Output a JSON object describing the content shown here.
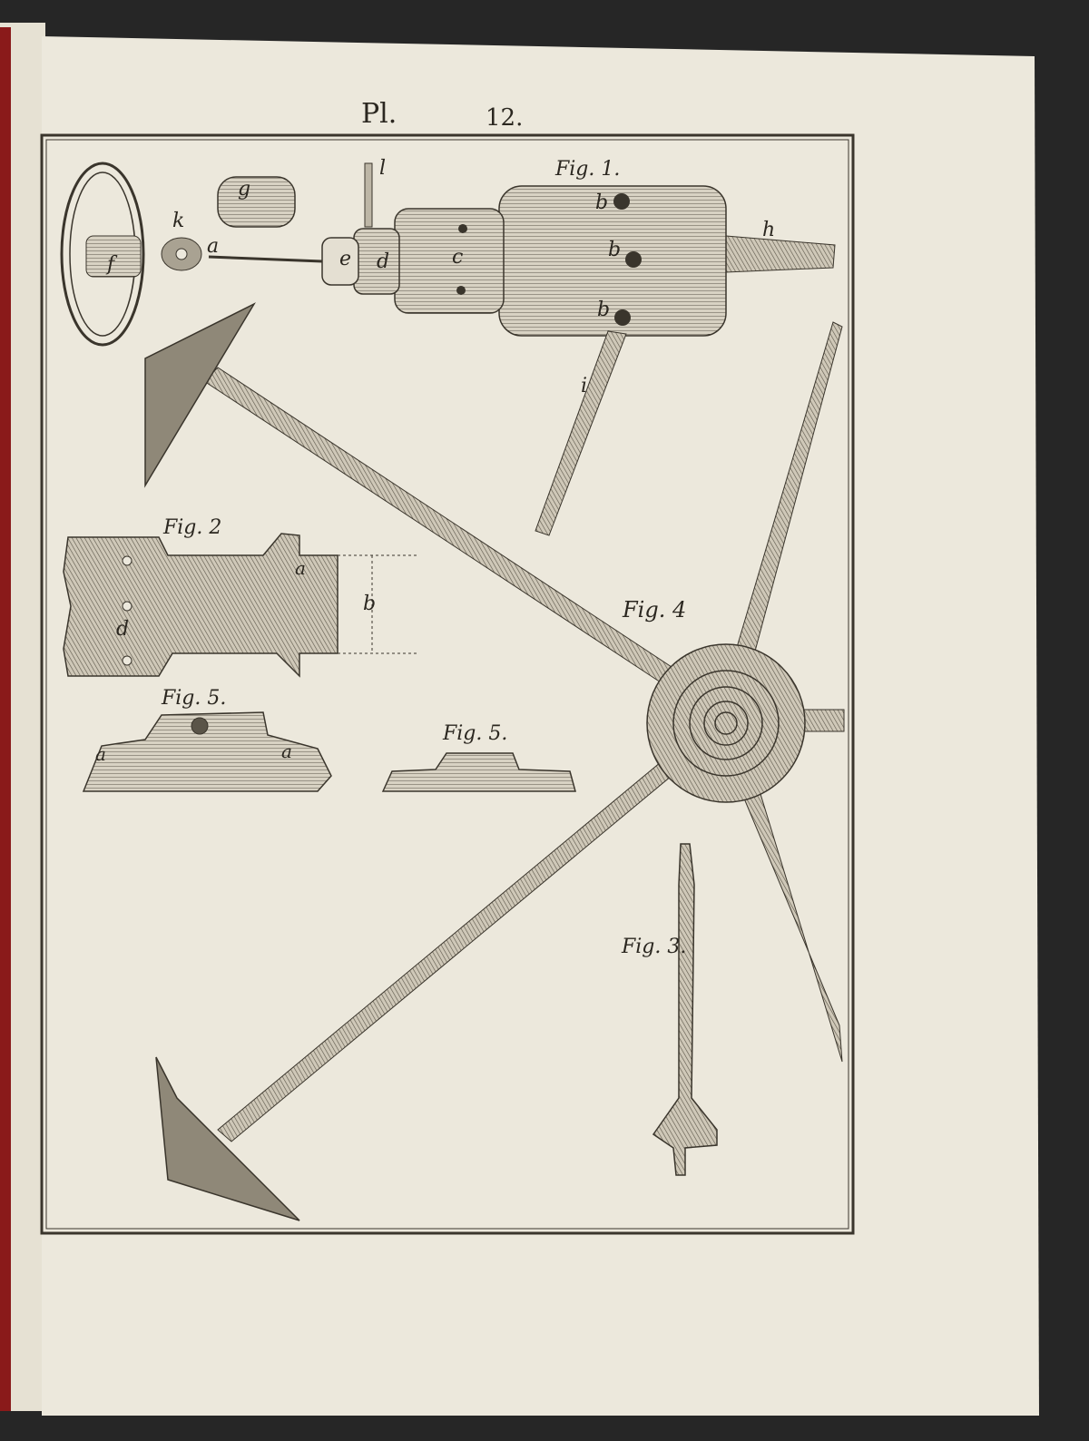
{
  "plate": {
    "prefix": "Pl.",
    "number": "12."
  },
  "figures": {
    "fig1": "Fig. 1.",
    "fig2": "Fig. 2",
    "fig3": "Fig. 3.",
    "fig4": "Fig. 4",
    "fig5a": "Fig. 5.",
    "fig5b": "Fig. 5."
  },
  "labels": {
    "a": "a",
    "b": "b",
    "c": "c",
    "d": "d",
    "e": "e",
    "f": "f",
    "g": "g",
    "h": "h",
    "i": "i",
    "k": "k",
    "l": "l"
  },
  "colors": {
    "paper": "#ece8dc",
    "ink": "#3a352c",
    "background": "#262626",
    "binding": "#8a1a1a"
  }
}
